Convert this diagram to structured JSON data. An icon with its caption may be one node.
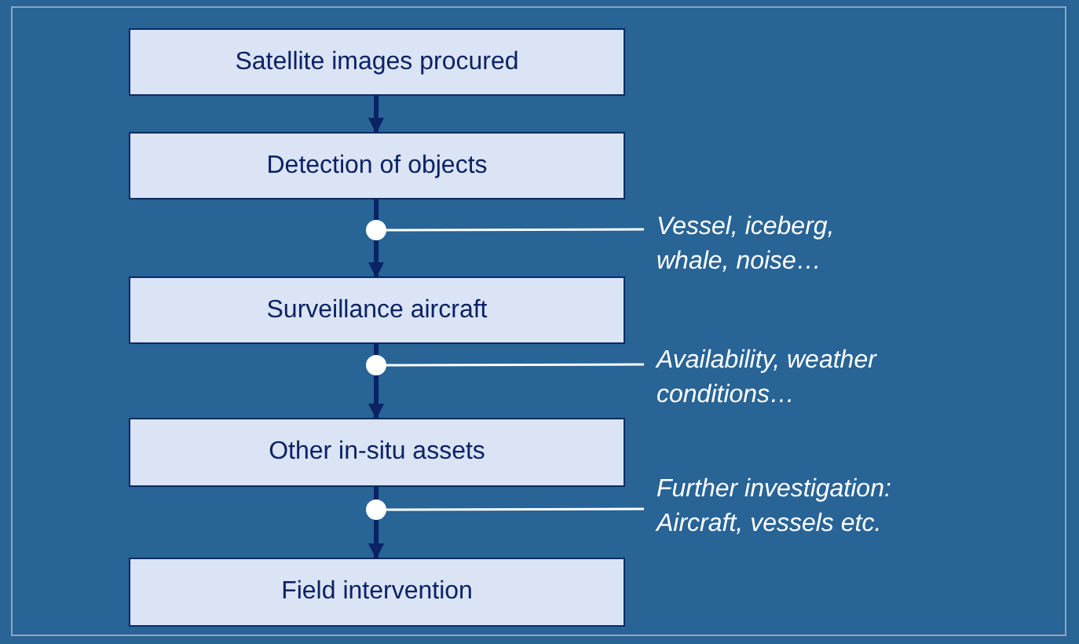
{
  "diagram": {
    "nodes": [
      {
        "text": [
          "Satellite images procured"
        ]
      },
      {
        "text": [
          "Detection of objects"
        ]
      },
      {
        "text": [
          "Surveillance aircraft"
        ]
      },
      {
        "text": [
          "Other in-situ assets"
        ]
      },
      {
        "text": [
          "Field intervention"
        ]
      },
      {
        "text": [
          "Vessel, iceberg, whale, noise…"
        ]
      },
      {
        "text": [
          "Availability, weather conditions…"
        ]
      },
      {
        "text": [
          "Further investigation: Aircraft, vessels etc."
        ]
      },
      {
        "text": [],
        "shape": "circle"
      },
      {
        "text": [],
        "shape": "circle"
      },
      {
        "text": [],
        "shape": "circle"
      }
    ],
    "edges": [
      {
        "from": 0,
        "to": 1,
        "arrow": "to"
      },
      {
        "from": 1,
        "to": 8,
        "arrow": "none"
      },
      {
        "from": 8,
        "to": 2,
        "arrow": "to"
      },
      {
        "from": 2,
        "to": 9,
        "arrow": "none"
      },
      {
        "from": 9,
        "to": 3,
        "arrow": "to"
      },
      {
        "from": 3,
        "to": 10,
        "arrow": "none"
      },
      {
        "from": 10,
        "to": 4,
        "arrow": "to"
      },
      {
        "from": 5,
        "to": 8,
        "arrow": "none",
        "color": "#ffffff"
      },
      {
        "from": 6,
        "to": 9,
        "arrow": "none",
        "color": "#ffffff"
      },
      {
        "from": 7,
        "to": 10,
        "arrow": "none",
        "color": "#ffffff"
      }
    ]
  }
}
